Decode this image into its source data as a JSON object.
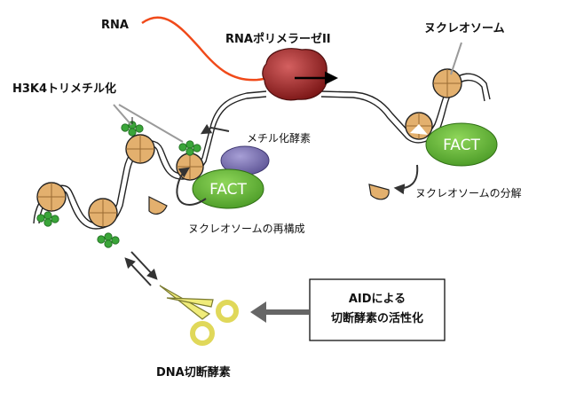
{
  "labels": {
    "rna": "RNA",
    "rna_polymerase": "RNAポリメラーゼII",
    "nucleosome": "ヌクレオソーム",
    "h3k4": "H3K4トリメチル化",
    "methyltransferase": "メチル化酵素",
    "fact_left": "FACT",
    "fact_right": "FACT",
    "nucleosome_reassembly": "ヌクレオソームの再構成",
    "nucleosome_disassembly": "ヌクレオソームの分解",
    "aid_line1": "AIDによる",
    "aid_line2": "切断酵素の活性化",
    "dna_cleavage_enzyme": "DNA切断酵素"
  },
  "colors": {
    "rna_strand": "#f04a1a",
    "polymerase": "#8e1d1d",
    "nucleosome_fill": "#e3b06e",
    "fact_fill": "#6fbf3c",
    "methyltransferase_fill": "#7d73b3",
    "methyl_mark": "#3aa539",
    "scissors": "#f0ec7a"
  }
}
